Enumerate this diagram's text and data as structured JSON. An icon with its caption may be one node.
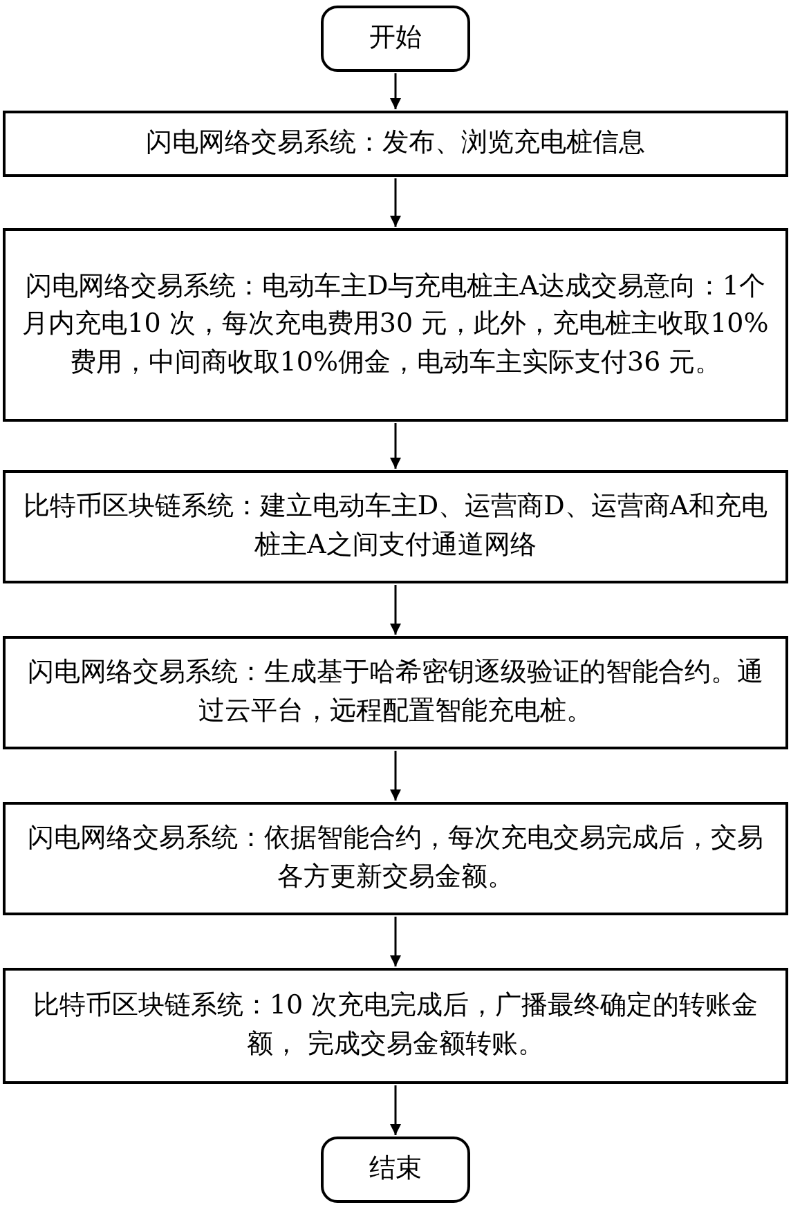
{
  "diagram": {
    "nodes": [
      {
        "text": [
          "开始"
        ]
      },
      {
        "text": [
          "闪电网络交易系统：发布、浏览充电桩信息"
        ]
      },
      {
        "text": [
          "闪电网络交易系统：电动车主D与充电桩主A达成交易意向：1个月内充电10 次，每次充电费用30 元，此外，充电桩主收取10%费用，中间商收取10%佣金，电动车主实际支付36 元。"
        ]
      },
      {
        "text": [
          "比特币区块链系统：建立电动车主D、运营商D、运营商A和充电桩主A之间支付通道网络"
        ]
      },
      {
        "text": [
          "闪电网络交易系统：生成基于哈希密钥逐级验证的智能合约。通过云平台，远程配置智能充电桩。"
        ]
      },
      {
        "text": [
          "闪电网络交易系统：依据智能合约，每次充电交易完成后，交易各方更新交易金额。"
        ]
      },
      {
        "text": [
          "比特币区块链系统：10 次充电完成后，广播最终确定的转账金额， 完成交易金额转账。"
        ]
      },
      {
        "text": [
          "结束"
        ]
      }
    ],
    "edges": [
      {
        "from": 0,
        "to": 1,
        "arrow": "to"
      },
      {
        "from": 1,
        "to": 2,
        "arrow": "to"
      },
      {
        "from": 2,
        "to": 3,
        "arrow": "to"
      },
      {
        "from": 3,
        "to": 4,
        "arrow": "to"
      },
      {
        "from": 4,
        "to": 5,
        "arrow": "to"
      },
      {
        "from": 5,
        "to": 6,
        "arrow": "to"
      },
      {
        "from": 6,
        "to": 7,
        "arrow": "to"
      }
    ]
  }
}
